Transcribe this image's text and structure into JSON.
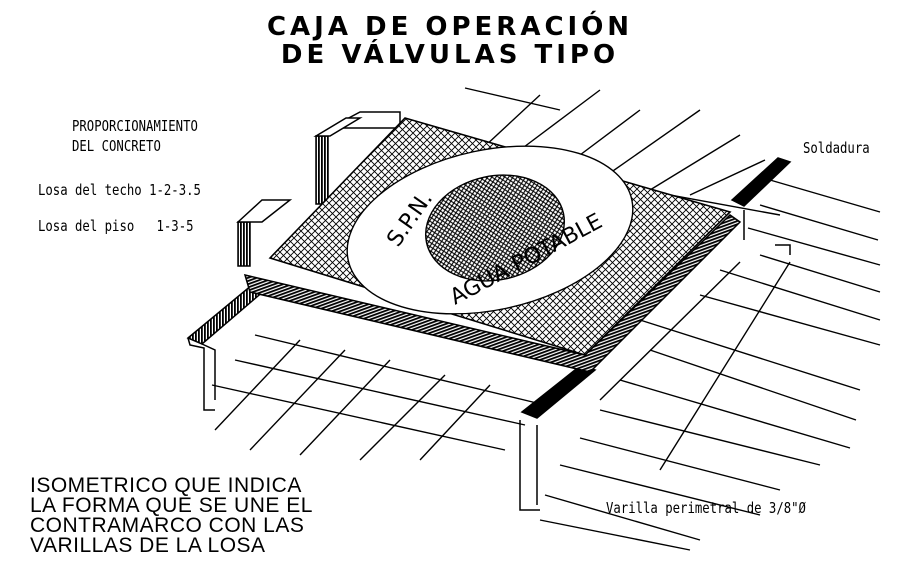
{
  "title": {
    "line1": "CAJA DE OPERACIÓN",
    "line2": "DE VÁLVULAS TIPO"
  },
  "proportioning": {
    "heading_line1": "PROPORCIONAMIENTO",
    "heading_line2": "DEL CONCRETO",
    "roof_slab": "Losa del techo 1-2-3.5",
    "floor_slab": "Losa del piso   1-3-5"
  },
  "labels": {
    "weld": "Soldadura",
    "perimeter_bar": "Varilla perimetral de 3/8\"Ø",
    "lid_initials": "S.P.N.",
    "lid_text": "AGUA POTABLE"
  },
  "caption": {
    "line1": "ISOMETRICO QUE INDICA",
    "line2": "LA FORMA QUE SE UNE EL",
    "line3": "CONTRAMARCO CON LAS",
    "line4": "VARILLAS DE LA LOSA"
  }
}
